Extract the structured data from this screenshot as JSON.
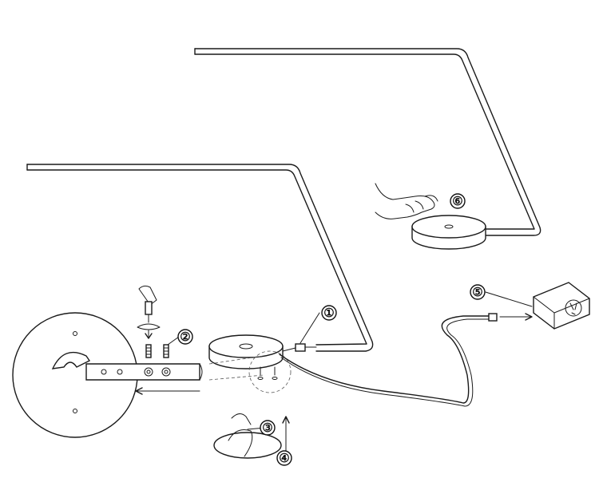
{
  "diagram": {
    "step_labels": [
      "①",
      "②",
      "③",
      "④",
      "⑤",
      "⑥"
    ],
    "icons": {
      "lamp_top": "assembled-floor-lamp-icon",
      "lamp_mid": "floor-lamp-with-base-icon",
      "base_plate": "round-base-plate-icon",
      "adapter": "power-adapter-icon",
      "hand": "hand-icon",
      "screwdriver": "screwdriver-icon"
    }
  }
}
